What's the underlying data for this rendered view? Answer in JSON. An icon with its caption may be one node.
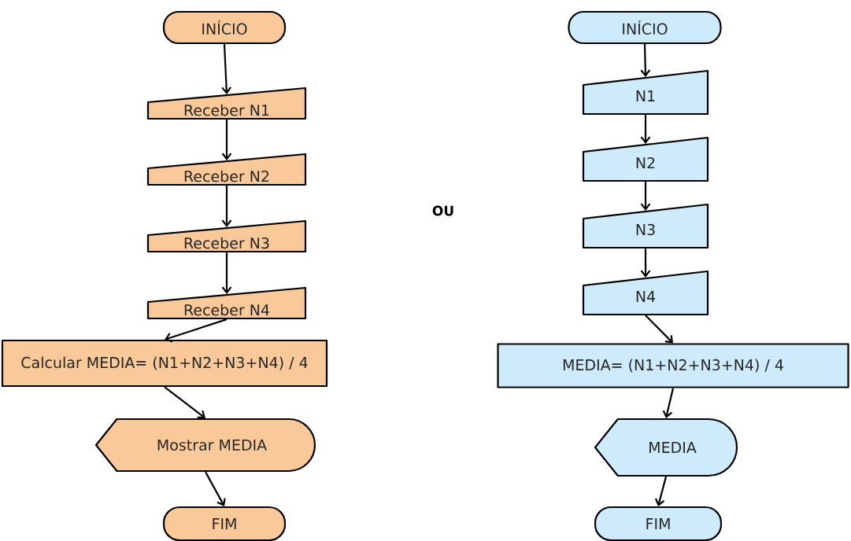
{
  "diagram": {
    "nodes": [
      {
        "text": [
          "INÍCIO"
        ]
      },
      {
        "text": [
          "Receber N1"
        ]
      },
      {
        "text": [
          "Receber N2"
        ]
      },
      {
        "text": [
          "Receber N3"
        ]
      },
      {
        "text": [
          "Receber N4"
        ]
      },
      {
        "text": [
          "Calcular MEDIA= (N1+N2+N3+N4) / 4"
        ]
      },
      {
        "text": [
          "Mostrar MEDIA"
        ]
      },
      {
        "text": [
          "FIM"
        ]
      },
      {
        "text": [
          "INÍCIO"
        ]
      },
      {
        "text": [
          "N1"
        ]
      },
      {
        "text": [
          "N2"
        ]
      },
      {
        "text": [
          "N3"
        ]
      },
      {
        "text": [
          "N4"
        ]
      },
      {
        "text": [
          "MEDIA= (N1+N2+N3+N4) / 4"
        ]
      },
      {
        "text": [
          "MEDIA"
        ]
      },
      {
        "text": [
          "FIM"
        ]
      }
    ],
    "edges": [
      {
        "from": 0,
        "to": 1,
        "arrow": "to"
      },
      {
        "from": 1,
        "to": 2,
        "arrow": "to"
      },
      {
        "from": 2,
        "to": 3,
        "arrow": "to"
      },
      {
        "from": 3,
        "to": 4,
        "arrow": "to"
      },
      {
        "from": 4,
        "to": 5,
        "arrow": "to"
      },
      {
        "from": 5,
        "to": 6,
        "arrow": "to"
      },
      {
        "from": 6,
        "to": 7,
        "arrow": "to"
      },
      {
        "from": 8,
        "to": 9,
        "arrow": "to"
      },
      {
        "from": 9,
        "to": 10,
        "arrow": "to"
      },
      {
        "from": 10,
        "to": 11,
        "arrow": "to"
      },
      {
        "from": 11,
        "to": 12,
        "arrow": "to"
      },
      {
        "from": 12,
        "to": 13,
        "arrow": "to"
      },
      {
        "from": 13,
        "to": 14,
        "arrow": "to"
      },
      {
        "from": 14,
        "to": 15,
        "arrow": "to"
      }
    ],
    "labels": [
      "OU"
    ]
  }
}
